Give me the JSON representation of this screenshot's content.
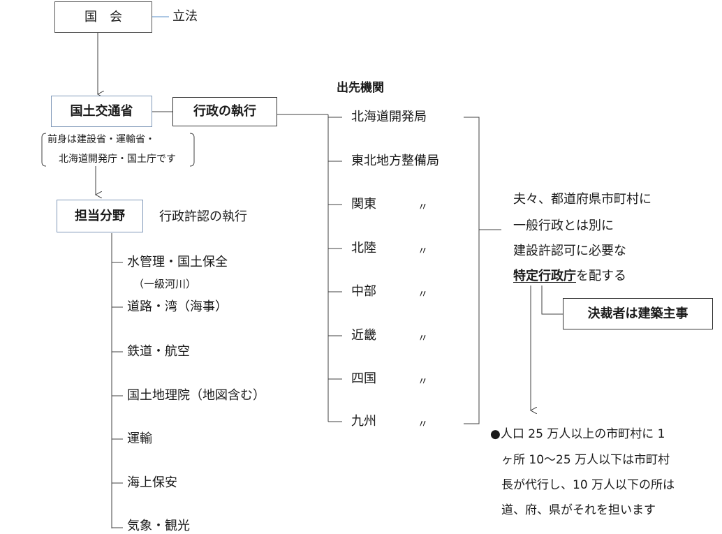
{
  "top": {
    "kokkai": "国　会",
    "rippo": "立法"
  },
  "ministry": {
    "name": "国土交通省",
    "gyosei": "行政の執行",
    "note_line1": "前身は建設省・運輸省・",
    "note_line2": "北海道開発庁・国土庁です"
  },
  "tanto": {
    "title": "担当分野",
    "subtitle": "行政許認の執行",
    "items": [
      {
        "label": "水管理・国土保全",
        "sub": "（一級河川）"
      },
      {
        "label": "道路・湾（海事）"
      },
      {
        "label": "鉄道・航空"
      },
      {
        "label": "国土地理院（地図含む）"
      },
      {
        "label": "運輸"
      },
      {
        "label": "海上保安"
      },
      {
        "label": "気象・観光"
      }
    ]
  },
  "branches": {
    "title": "出先機関",
    "items": [
      {
        "name": "北海道開発局",
        "ditto": ""
      },
      {
        "name": "東北地方整備局",
        "ditto": ""
      },
      {
        "name": "関東",
        "ditto": "〃"
      },
      {
        "name": "北陸",
        "ditto": "〃"
      },
      {
        "name": "中部",
        "ditto": "〃"
      },
      {
        "name": "近畿",
        "ditto": "〃"
      },
      {
        "name": "四国",
        "ditto": "〃"
      },
      {
        "name": "九州",
        "ditto": "〃"
      }
    ]
  },
  "right": {
    "line1": "夫々、都道府県市町村に",
    "line2": "一般行政とは別に",
    "line3": "建設許認可に必要な",
    "line4_bold": "特定行政庁",
    "line4_rest": "を配する",
    "decider": "決裁者は建築主事"
  },
  "bullet": {
    "mark": "●",
    "line1": "人口 25 万人以上の市町村に 1",
    "line2": "ヶ所 10～25 万人以下は市町村",
    "line3": "長が代行し、10 万人以下の所は",
    "line4": "道、府、県がそれを担います"
  },
  "colors": {
    "line": "#404040",
    "box_border": "#7f98b8",
    "blue_tick": "#5a8fc8"
  }
}
